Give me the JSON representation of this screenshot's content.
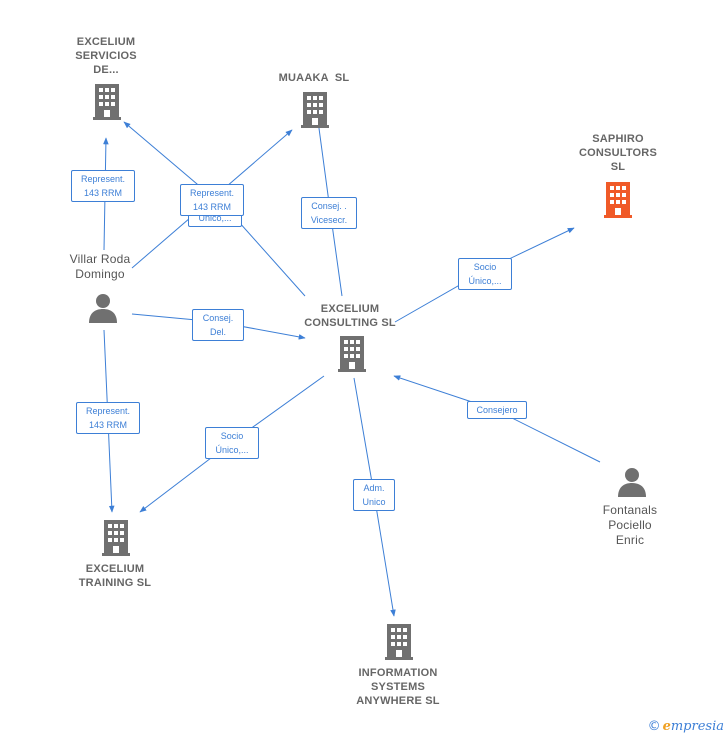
{
  "colors": {
    "edge": "#3d7fd6",
    "building": "#707070",
    "building_highlight": "#f05a28",
    "person": "#707070"
  },
  "nodes": {
    "excelium_servicios": {
      "lines": [
        "EXCELIUM",
        "SERVICIOS",
        "DE..."
      ],
      "icon": "building-icon"
    },
    "muaaka": {
      "lines": [
        "MUAAKA  SL"
      ],
      "icon": "building-icon"
    },
    "saphiro": {
      "lines": [
        "SAPHIRO",
        "CONSULTORS",
        "SL"
      ],
      "icon": "building-icon"
    },
    "villar": {
      "lines": [
        "Villar Roda",
        "Domingo"
      ],
      "icon": "person-icon"
    },
    "excelium_consulting": {
      "lines": [
        "EXCELIUM",
        "CONSULTING SL"
      ],
      "icon": "building-icon"
    },
    "excelium_training": {
      "lines": [
        "EXCELIUM",
        "TRAINING SL"
      ],
      "icon": "building-icon"
    },
    "fontanals": {
      "lines": [
        "Fontanals",
        "Pociello",
        "Enric"
      ],
      "icon": "person-icon"
    },
    "information": {
      "lines": [
        "INFORMATION",
        "SYSTEMS",
        "ANYWHERE SL"
      ],
      "icon": "building-icon"
    }
  },
  "edge_labels": {
    "villar_servicios": [
      "Represent.",
      "143 RRM"
    ],
    "villar_muaaka_back": [
      "Único,..."
    ],
    "villar_muaaka": [
      "Represent.",
      "143 RRM"
    ],
    "consulting_muaaka": [
      "Consej. .",
      "Vicesecr."
    ],
    "consulting_saphiro": [
      "Socio",
      "Único,..."
    ],
    "villar_consulting": [
      "Consej.",
      "Del."
    ],
    "villar_training": [
      "Represent.",
      "143 RRM"
    ],
    "consulting_training": [
      "Socio",
      "Único,..."
    ],
    "fontanals_consulting": [
      "Consejero"
    ],
    "consulting_information": [
      "Adm.",
      "Unico"
    ]
  },
  "footer": {
    "copyright": "©",
    "brand_initial": "e",
    "brand_rest": "mpresia"
  }
}
